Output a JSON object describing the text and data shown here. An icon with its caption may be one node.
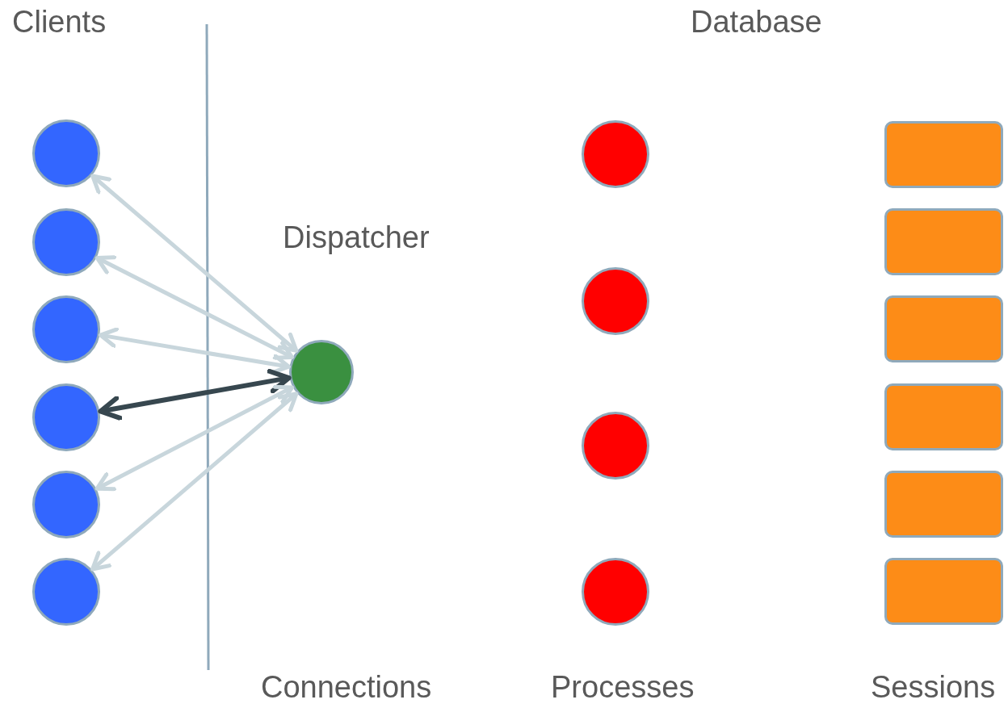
{
  "diagram": {
    "nodes": [
      {
        "text": [],
        "shape": "circle"
      },
      {
        "text": [],
        "shape": "circle"
      },
      {
        "text": [],
        "shape": "circle"
      },
      {
        "text": [],
        "shape": "circle"
      },
      {
        "text": [],
        "shape": "circle"
      },
      {
        "text": [],
        "shape": "circle"
      },
      {
        "text": [],
        "shape": "circle",
        "beside": [
          "Dispatcher"
        ]
      },
      {
        "text": [],
        "shape": "circle"
      },
      {
        "text": [],
        "shape": "circle"
      },
      {
        "text": [],
        "shape": "circle"
      },
      {
        "text": [],
        "shape": "circle"
      },
      {
        "text": [],
        "shape": "box"
      },
      {
        "text": [],
        "shape": "box"
      },
      {
        "text": [],
        "shape": "box"
      },
      {
        "text": [],
        "shape": "box"
      },
      {
        "text": [],
        "shape": "box"
      },
      {
        "text": [],
        "shape": "box"
      }
    ],
    "edges": [
      {
        "from": 6,
        "to": 0,
        "arrow": "both"
      },
      {
        "from": 6,
        "to": 1,
        "arrow": "both"
      },
      {
        "from": 6,
        "to": 2,
        "arrow": "both"
      },
      {
        "from": 6,
        "to": 3,
        "arrow": "both",
        "color": "#37474f"
      },
      {
        "from": 6,
        "to": 4,
        "arrow": "both"
      },
      {
        "from": 6,
        "to": 5,
        "arrow": "both"
      }
    ],
    "labels": [
      "Clients",
      "Database",
      "Connections",
      "Processes",
      "Sessions"
    ]
  }
}
